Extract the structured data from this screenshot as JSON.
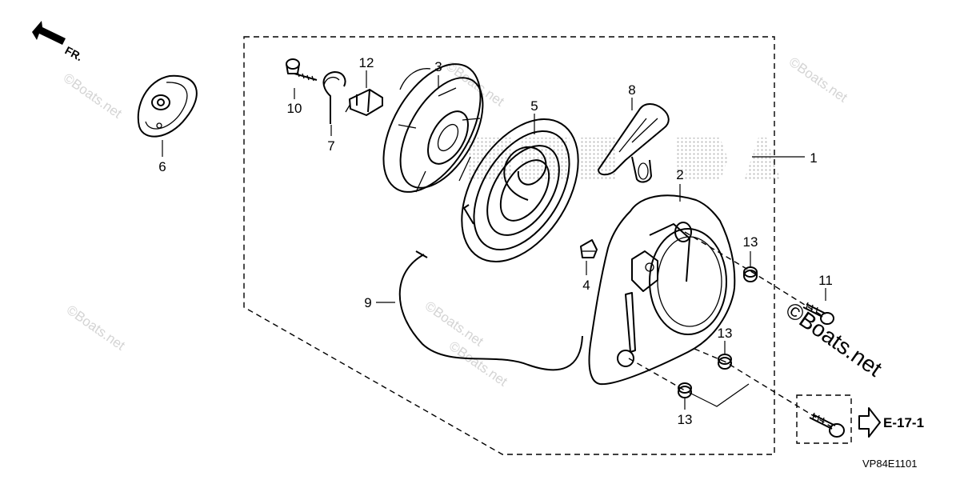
{
  "orientation": {
    "label": "FR."
  },
  "callouts": [
    "1",
    "2",
    "3",
    "4",
    "5",
    "6",
    "7",
    "8",
    "9",
    "10",
    "11",
    "12",
    "13",
    "13",
    "13"
  ],
  "reference": {
    "label": "E-17-1"
  },
  "diagram_code": "VP84E1101",
  "watermarks": [
    "©Boats.net",
    "©Boats.net",
    "©Boats.net",
    "©Boats.net",
    "©Boats.net",
    "©Boats.net"
  ],
  "watermark_main": "©Boats.net",
  "brand_logo_text": "HONDA",
  "colors": {
    "line": "#000000",
    "watermark": "#d4d4d4",
    "background": "#ffffff"
  }
}
